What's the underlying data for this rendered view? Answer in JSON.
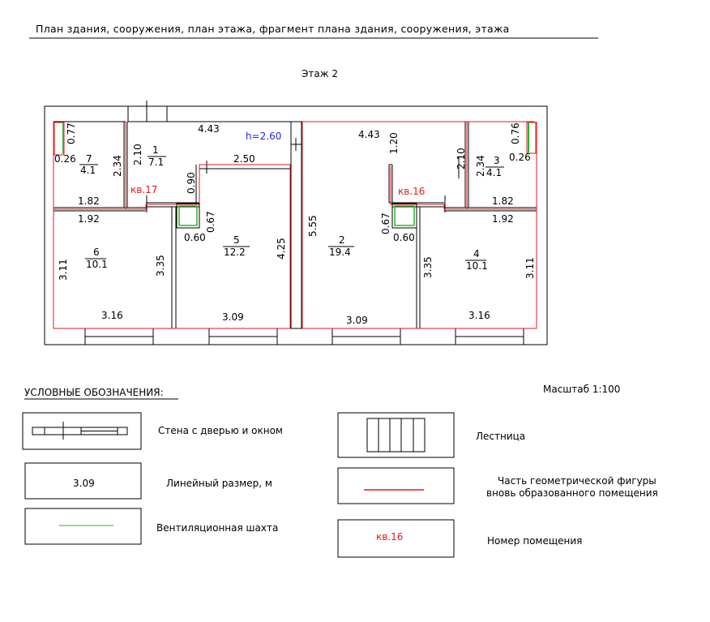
{
  "header": {
    "title": "План здания, сооружения, план этажа, фрагмент плана здания, сооружения, этажа",
    "floor": "Этаж 2"
  },
  "ceiling_height": "h=2.60",
  "rooms": [
    {
      "num": "1",
      "area": "7.1"
    },
    {
      "num": "2",
      "area": "19.4"
    },
    {
      "num": "3",
      "area": "4.1"
    },
    {
      "num": "4",
      "area": "10.1"
    },
    {
      "num": "5",
      "area": "12.2"
    },
    {
      "num": "6",
      "area": "10.1"
    },
    {
      "num": "7",
      "area": "4.1"
    }
  ],
  "apartments": {
    "left": "кв.17",
    "right": "кв.16"
  },
  "dimensions": {
    "d443_left": "4.43",
    "d443_right": "4.43",
    "d077": "0.77",
    "d076": "0.76",
    "d026_left": "0.26",
    "d026_right": "0.26",
    "d234_left": "2.34",
    "d210_left": "2.10",
    "d234_right": "2.34",
    "d210_right": "2.10",
    "d120": "1.20",
    "d250": "2.50",
    "d090": "0.90",
    "d182_left": "1.82",
    "d192_left": "1.92",
    "d182_right": "1.82",
    "d192_right": "1.92",
    "d060_left": "0.60",
    "d067_left": "0.67",
    "d060_right": "0.60",
    "d067_right": "0.67",
    "d555": "5.55",
    "d425": "4.25",
    "d311_left": "3.11",
    "d335_left": "3.35",
    "d335_right": "3.35",
    "d311_right": "3.11",
    "d316_left": "3.16",
    "d309_left": "3.09",
    "d309_right": "3.09",
    "d316_right": "3.16"
  },
  "legend": {
    "title": "УСЛОВНЫЕ ОБОЗНАЧЕНИЯ:",
    "scale": "Масштаб 1:100",
    "wall_label": "Стена с дверью и окном",
    "dim_sample": "3.09",
    "dim_label": "Линейный размер, м",
    "vent_label": "Вентиляционная шахта",
    "stairs_label": "Лестница",
    "geom_label_1": "Часть геометрической фигуры",
    "geom_label_2": "вновь образованного помещения",
    "room_sample": "кв.16",
    "room_label": "Номер помещения"
  },
  "colors": {
    "wall": "#000000",
    "new_part": "#e31b1b",
    "vent": "#2bb52b",
    "height_text": "#2a2ad8"
  }
}
